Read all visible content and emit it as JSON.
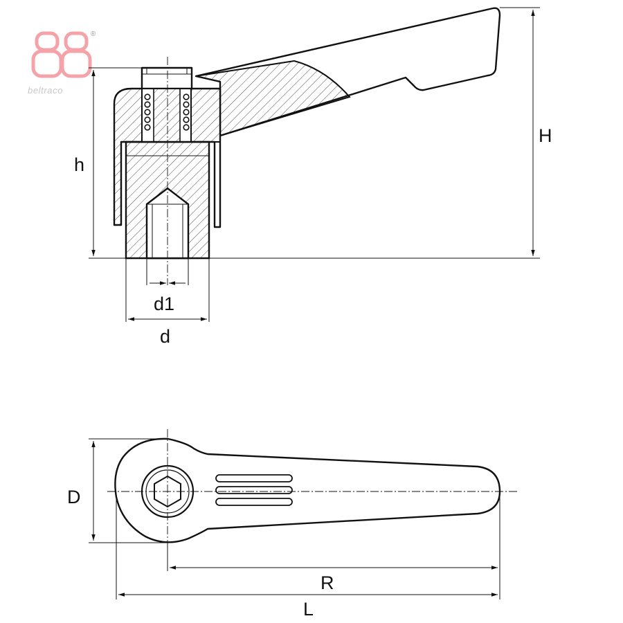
{
  "brand": {
    "name": "beltraco",
    "registered_mark": "®",
    "logo_color": "#f4a3a8"
  },
  "dimensions": {
    "H": "H",
    "h": "h",
    "d1": "d1",
    "d": "d",
    "D": "D",
    "R": "R",
    "L": "L"
  }
}
